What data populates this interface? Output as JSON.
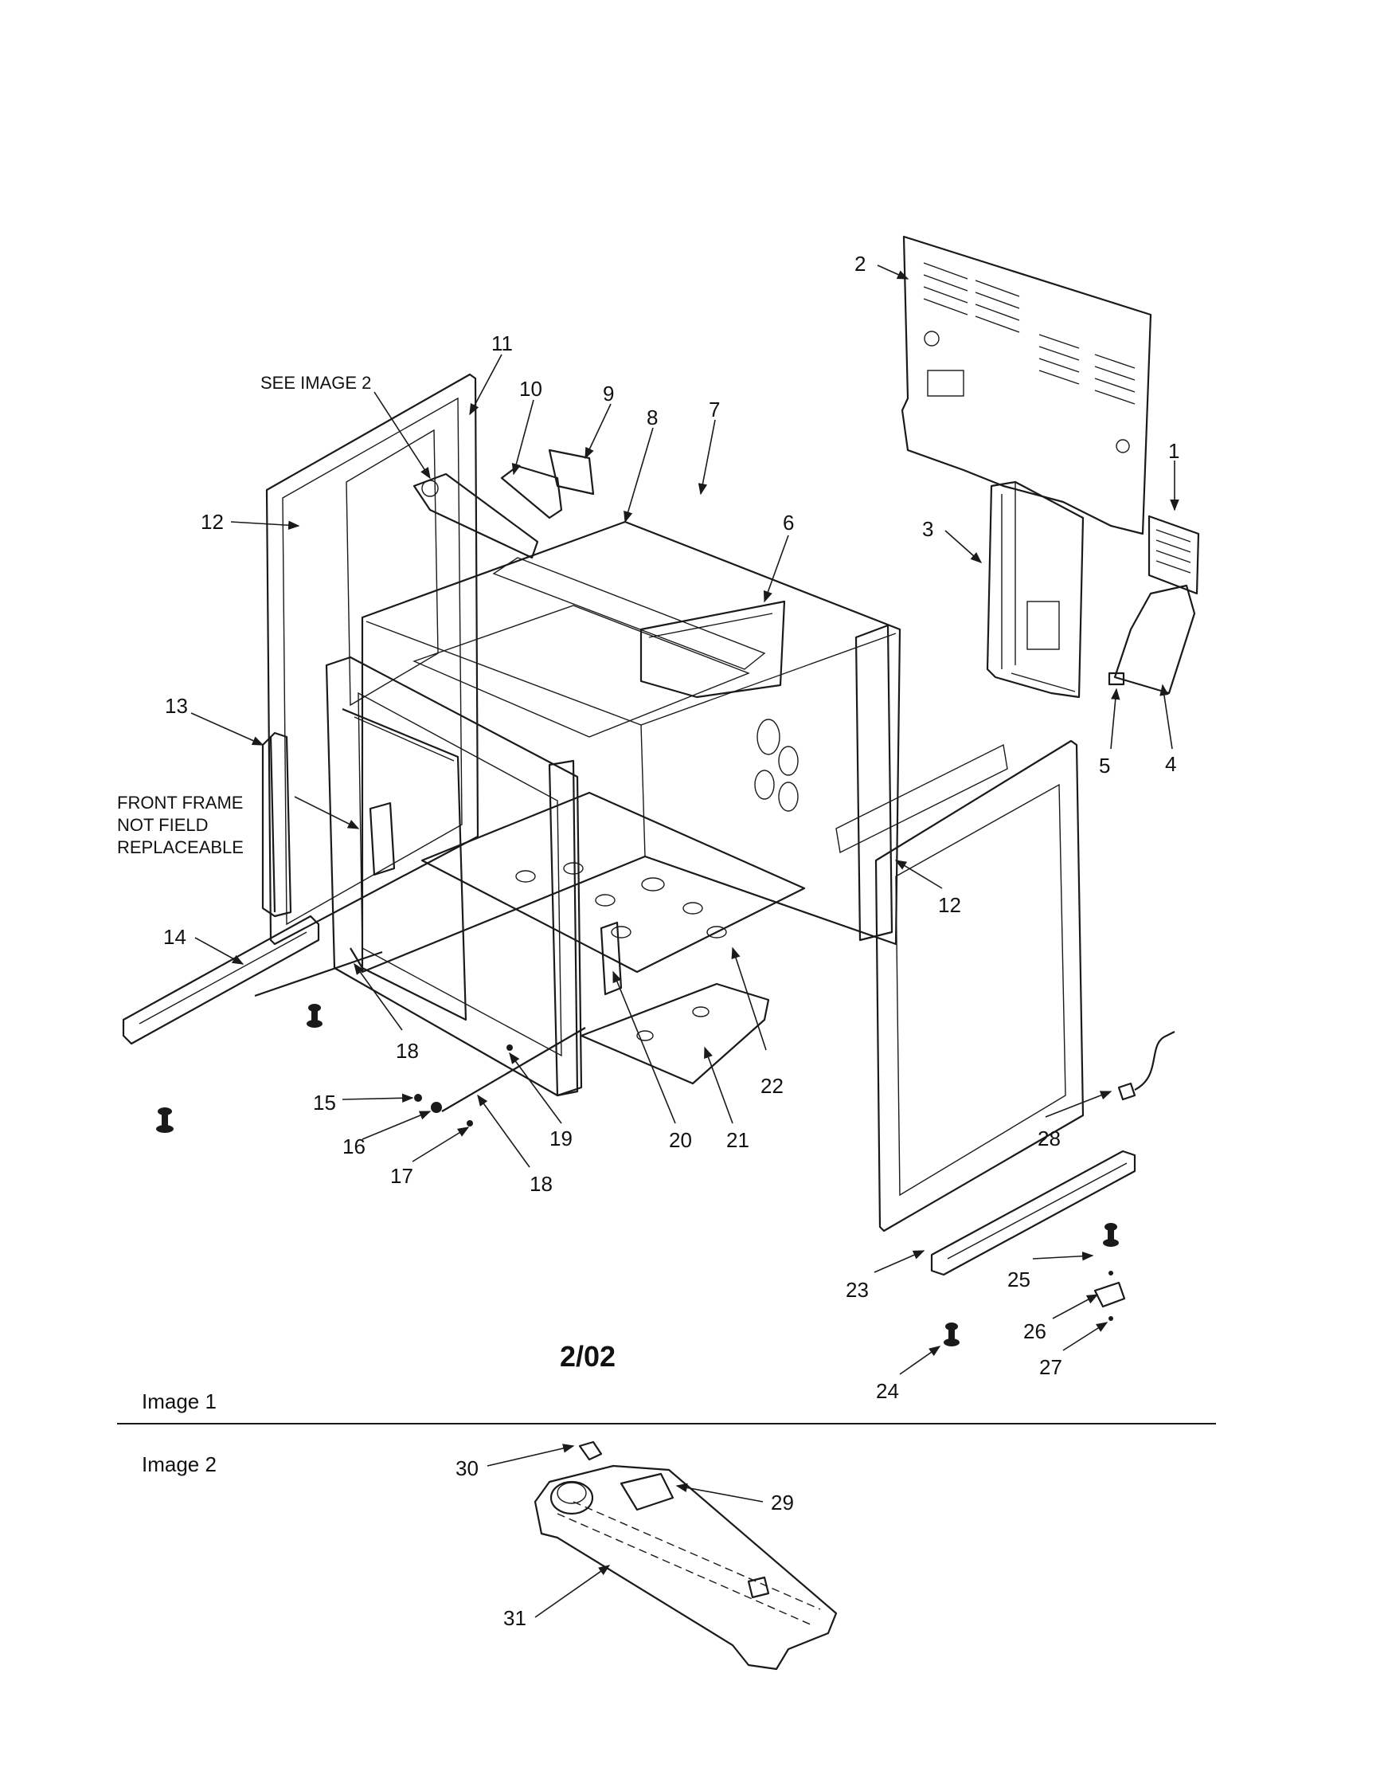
{
  "notes": {
    "see_image_2": "SEE IMAGE 2",
    "front_frame": [
      "FRONT FRAME",
      "NOT FIELD",
      "REPLACEABLE"
    ]
  },
  "revision": "2/02",
  "captions": {
    "image1": "Image 1",
    "image2": "Image 2"
  },
  "callouts": {
    "c1": "1",
    "c2": "2",
    "c3": "3",
    "c4": "4",
    "c5": "5",
    "c6": "6",
    "c7": "7",
    "c8": "8",
    "c9": "9",
    "c10": "10",
    "c11": "11",
    "c12a": "12",
    "c12b": "12",
    "c13": "13",
    "c14": "14",
    "c15": "15",
    "c16": "16",
    "c17": "17",
    "c18a": "18",
    "c18b": "18",
    "c19": "19",
    "c20": "20",
    "c21": "21",
    "c22": "22",
    "c23": "23",
    "c24": "24",
    "c25": "25",
    "c26": "26",
    "c27": "27",
    "c28": "28",
    "c29": "29",
    "c30": "30",
    "c31": "31"
  }
}
